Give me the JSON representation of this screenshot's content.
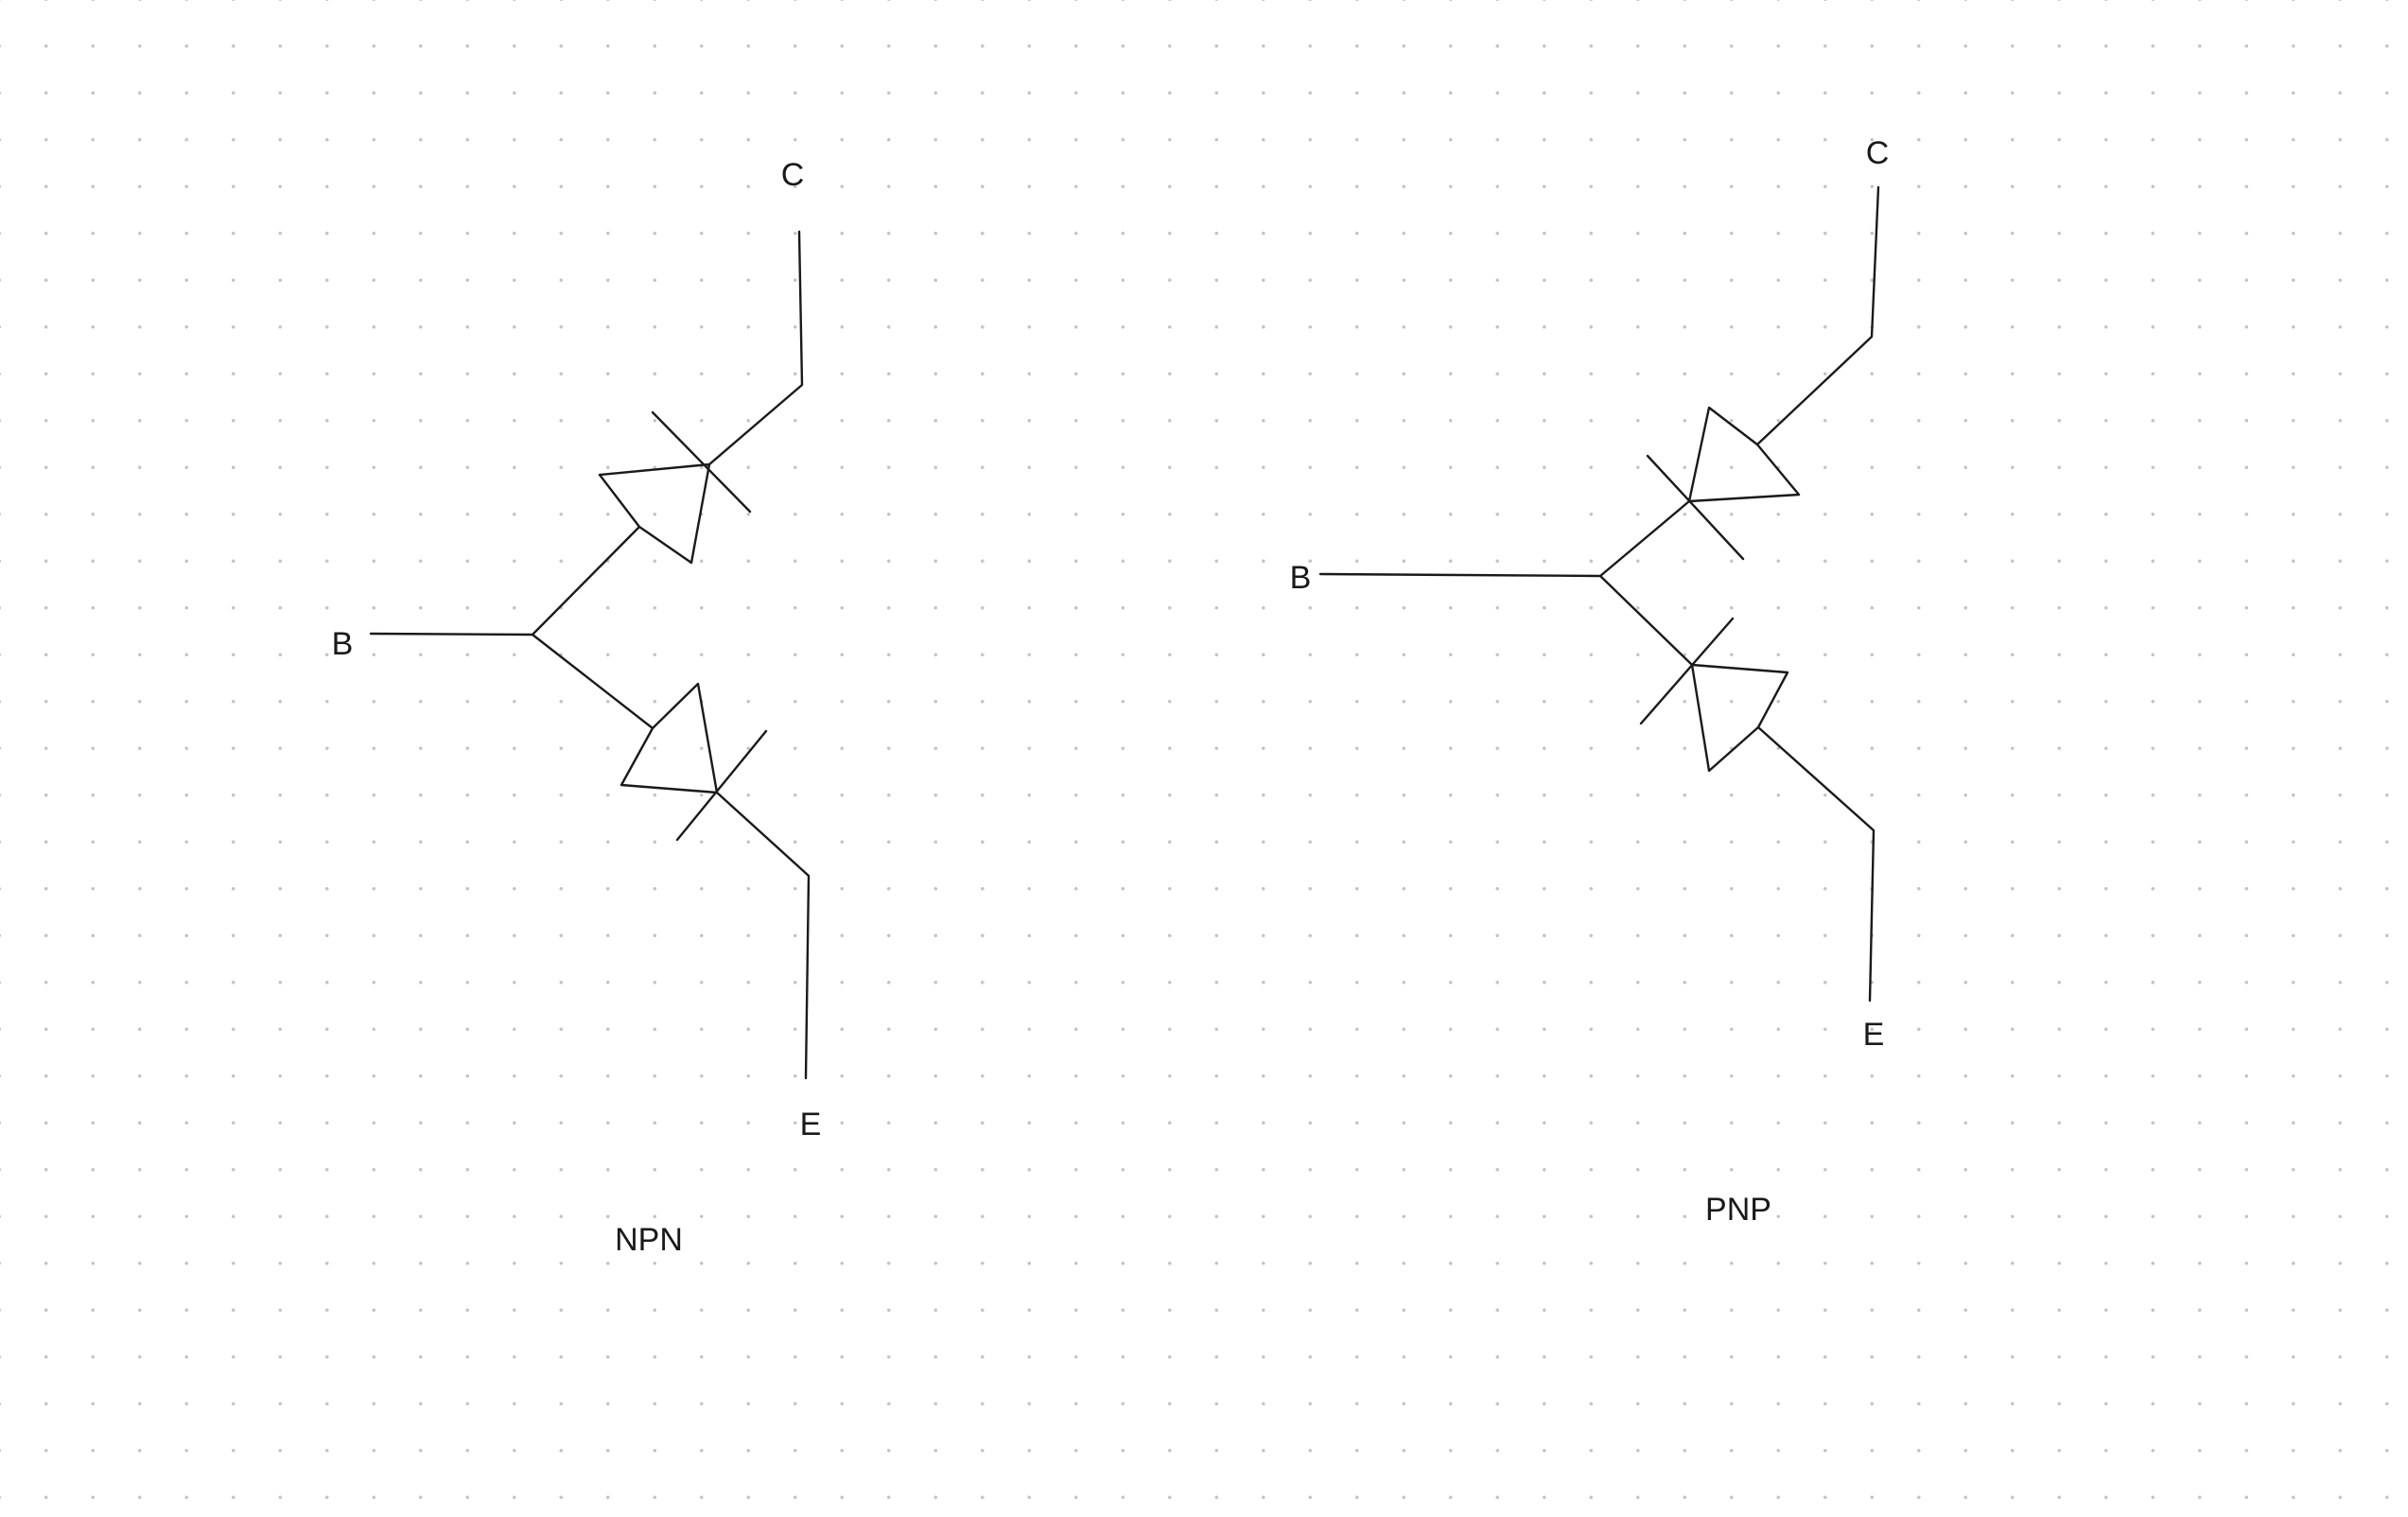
{
  "diagram": {
    "npn": {
      "label": "NPN",
      "collector_label": "C",
      "base_label": "B",
      "emitter_label": "E"
    },
    "pnp": {
      "label": "PNP",
      "collector_label": "C",
      "base_label": "B",
      "emitter_label": "E"
    }
  },
  "colors": {
    "stroke": "#1a1a1a",
    "grid_dot": "#c4c4c4",
    "background": "#ffffff"
  }
}
